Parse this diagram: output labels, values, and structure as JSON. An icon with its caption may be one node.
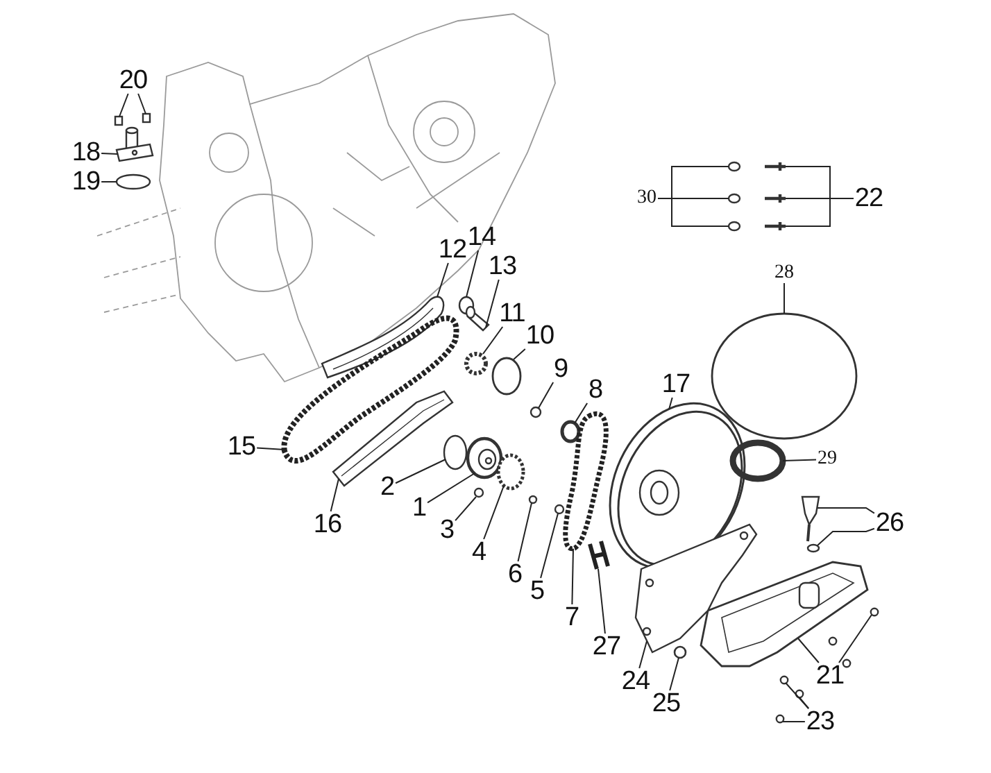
{
  "diagram": {
    "nodes": [
      {
        "text": [
          "20"
        ]
      },
      {
        "text": [
          "18"
        ]
      },
      {
        "text": [
          "19"
        ]
      },
      {
        "text": [
          "30"
        ]
      },
      {
        "text": [
          "22"
        ]
      },
      {
        "text": [
          "12"
        ]
      },
      {
        "text": [
          "14"
        ]
      },
      {
        "text": [
          "13"
        ]
      },
      {
        "text": [
          "28"
        ]
      },
      {
        "text": [
          "11"
        ]
      },
      {
        "text": [
          "10"
        ]
      },
      {
        "text": [
          "9"
        ]
      },
      {
        "text": [
          "8"
        ]
      },
      {
        "text": [
          "17"
        ]
      },
      {
        "text": [
          "15"
        ]
      },
      {
        "text": [
          "29"
        ]
      },
      {
        "text": [
          "2"
        ]
      },
      {
        "text": [
          "16"
        ]
      },
      {
        "text": [
          "26"
        ]
      },
      {
        "text": [
          "1"
        ]
      },
      {
        "text": [
          "3"
        ]
      },
      {
        "text": [
          "4"
        ]
      },
      {
        "text": [
          "6"
        ]
      },
      {
        "text": [
          "5"
        ]
      },
      {
        "text": [
          "7"
        ]
      },
      {
        "text": [
          "27"
        ]
      },
      {
        "text": [
          "21"
        ]
      },
      {
        "text": [
          "24"
        ]
      },
      {
        "text": [
          "25"
        ]
      },
      {
        "text": [
          "23"
        ]
      },
      {
        "text": [],
        "shape": "box"
      },
      {
        "text": [],
        "shape": "box"
      },
      {
        "text": [],
        "shape": "picture"
      },
      {
        "text": [],
        "shape": "circle"
      },
      {
        "text": [],
        "shape": "circle"
      },
      {
        "text": [],
        "shape": "circle"
      },
      {
        "text": [],
        "shape": "circle"
      },
      {
        "text": [],
        "shape": "picture"
      },
      {
        "text": [],
        "shape": "picture"
      },
      {
        "text": [],
        "shape": "picture"
      },
      {
        "text": [],
        "shape": "picture"
      },
      {
        "text": [],
        "shape": "circle"
      },
      {
        "text": [],
        "shape": "picture"
      },
      {
        "text": [],
        "shape": "circle"
      },
      {
        "text": [],
        "shape": "circle"
      },
      {
        "text": [],
        "shape": "circle"
      },
      {
        "text": [],
        "shape": "circle"
      },
      {
        "text": [],
        "shape": "circle"
      },
      {
        "text": [],
        "shape": "picture"
      },
      {
        "text": [],
        "shape": "picture"
      },
      {
        "text": [],
        "shape": "circle"
      },
      {
        "text": [],
        "shape": "circle"
      },
      {
        "text": [],
        "shape": "picture"
      },
      {
        "text": [],
        "shape": "picture"
      },
      {
        "text": [],
        "shape": "circle"
      },
      {
        "text": [],
        "shape": "picture"
      },
      {
        "text": [],
        "shape": "circle"
      },
      {
        "text": [],
        "shape": "circle"
      },
      {
        "text": [],
        "shape": "circle"
      },
      {
        "text": [],
        "shape": "circle"
      },
      {
        "text": [],
        "shape": "picture"
      },
      {
        "text": [],
        "shape": "picture"
      },
      {
        "text": [],
        "shape": "picture"
      },
      {
        "text": [],
        "shape": "picture"
      },
      {
        "text": [],
        "shape": "picture"
      },
      {
        "text": [],
        "shape": "circle"
      },
      {
        "text": [],
        "shape": "circle"
      },
      {
        "text": [],
        "shape": "circle"
      },
      {
        "text": [],
        "shape": "circle"
      }
    ],
    "edges": [
      {
        "from": 0,
        "to": 30,
        "arrow": "none"
      },
      {
        "from": 0,
        "to": 31,
        "arrow": "none"
      },
      {
        "from": 1,
        "to": 32,
        "arrow": "none"
      },
      {
        "from": 2,
        "to": 33,
        "arrow": "none"
      },
      {
        "from": 3,
        "to": 34,
        "arrow": "none"
      },
      {
        "from": 3,
        "to": 35,
        "arrow": "none"
      },
      {
        "from": 3,
        "to": 36,
        "arrow": "none"
      },
      {
        "from": 4,
        "to": 37,
        "arrow": "none"
      },
      {
        "from": 4,
        "to": 38,
        "arrow": "none"
      },
      {
        "from": 4,
        "to": 39,
        "arrow": "none"
      },
      {
        "from": 5,
        "to": 40,
        "arrow": "none"
      },
      {
        "from": 6,
        "to": 41,
        "arrow": "none"
      },
      {
        "from": 7,
        "to": 42,
        "arrow": "none"
      },
      {
        "from": 8,
        "to": 43,
        "arrow": "none"
      },
      {
        "from": 9,
        "to": 44,
        "arrow": "none"
      },
      {
        "from": 10,
        "to": 45,
        "arrow": "none"
      },
      {
        "from": 11,
        "to": 46,
        "arrow": "none"
      },
      {
        "from": 12,
        "to": 47,
        "arrow": "none"
      },
      {
        "from": 13,
        "to": 48,
        "arrow": "none"
      },
      {
        "from": 14,
        "to": 49,
        "arrow": "none"
      },
      {
        "from": 15,
        "to": 50,
        "arrow": "none"
      },
      {
        "from": 16,
        "to": 51,
        "arrow": "none"
      },
      {
        "from": 17,
        "to": 52,
        "arrow": "none"
      },
      {
        "from": 18,
        "to": 53,
        "arrow": "none"
      },
      {
        "from": 18,
        "to": 54,
        "arrow": "none"
      },
      {
        "from": 19,
        "to": 55,
        "arrow": "none"
      },
      {
        "from": 20,
        "to": 56,
        "arrow": "none"
      },
      {
        "from": 21,
        "to": 57,
        "arrow": "none"
      },
      {
        "from": 22,
        "to": 58,
        "arrow": "none"
      },
      {
        "from": 23,
        "to": 59,
        "arrow": "none"
      },
      {
        "from": 24,
        "to": 60,
        "arrow": "none"
      },
      {
        "from": 25,
        "to": 61,
        "arrow": "none"
      },
      {
        "from": 26,
        "to": 62,
        "arrow": "none"
      },
      {
        "from": 26,
        "to": 63,
        "arrow": "none"
      },
      {
        "from": 27,
        "to": 64,
        "arrow": "none"
      },
      {
        "from": 28,
        "to": 65,
        "arrow": "none"
      },
      {
        "from": 29,
        "to": 66,
        "arrow": "none"
      },
      {
        "from": 29,
        "to": 67,
        "arrow": "none"
      },
      {
        "from": 29,
        "to": 68,
        "arrow": "none"
      }
    ]
  }
}
